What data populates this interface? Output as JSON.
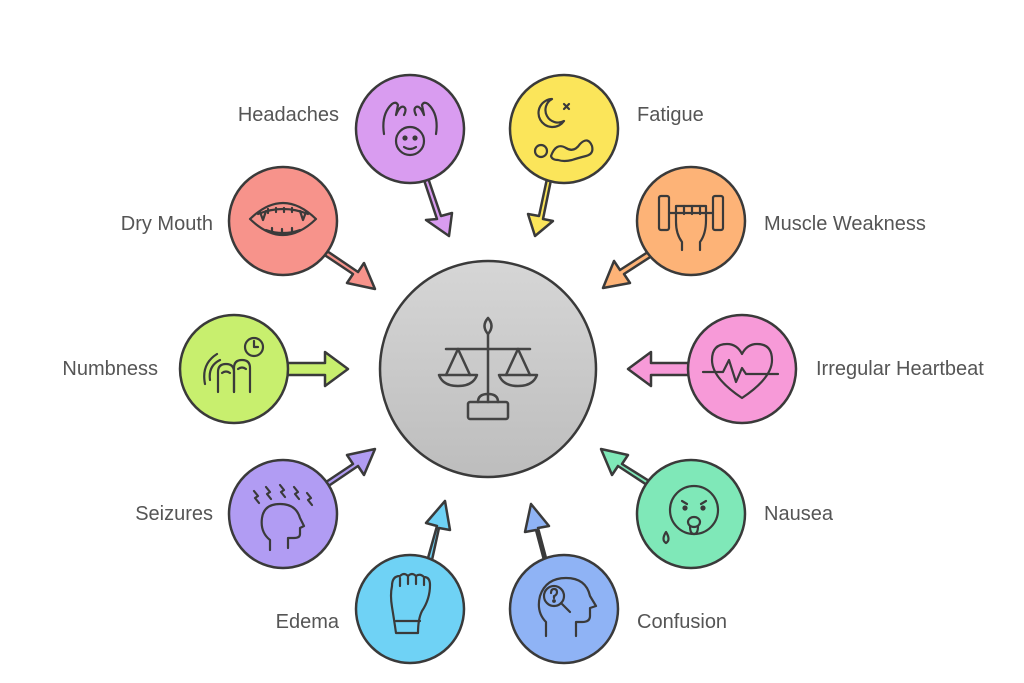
{
  "center": {
    "icon": "balance-scale-icon",
    "fill": "#c8c8c8"
  },
  "symptoms": [
    {
      "id": "headaches",
      "label": "Headaches",
      "color": "#d99cf0",
      "icon": "head-pain-icon"
    },
    {
      "id": "fatigue",
      "label": "Fatigue",
      "color": "#fbe55a",
      "icon": "sleep-fatigue-icon"
    },
    {
      "id": "muscle-weakness",
      "label": "Muscle Weakness",
      "color": "#fdb377",
      "icon": "dumbbell-hand-icon"
    },
    {
      "id": "irregular-heartbeat",
      "label": "Irregular Heartbeat",
      "color": "#f79ad8",
      "icon": "heartbeat-icon"
    },
    {
      "id": "nausea",
      "label": "Nausea",
      "color": "#7fe8b8",
      "icon": "nauseous-face-icon"
    },
    {
      "id": "confusion",
      "label": "Confusion",
      "color": "#8fb3f5",
      "icon": "head-question-icon"
    },
    {
      "id": "edema",
      "label": "Edema",
      "color": "#6fd2f5",
      "icon": "swollen-foot-icon"
    },
    {
      "id": "seizures",
      "label": "Seizures",
      "color": "#b19cf3",
      "icon": "head-seizure-icon"
    },
    {
      "id": "numbness",
      "label": "Numbness",
      "color": "#c8ef6e",
      "icon": "fingers-tingling-icon"
    },
    {
      "id": "dry-mouth",
      "label": "Dry Mouth",
      "color": "#f7938b",
      "icon": "open-mouth-icon"
    }
  ]
}
